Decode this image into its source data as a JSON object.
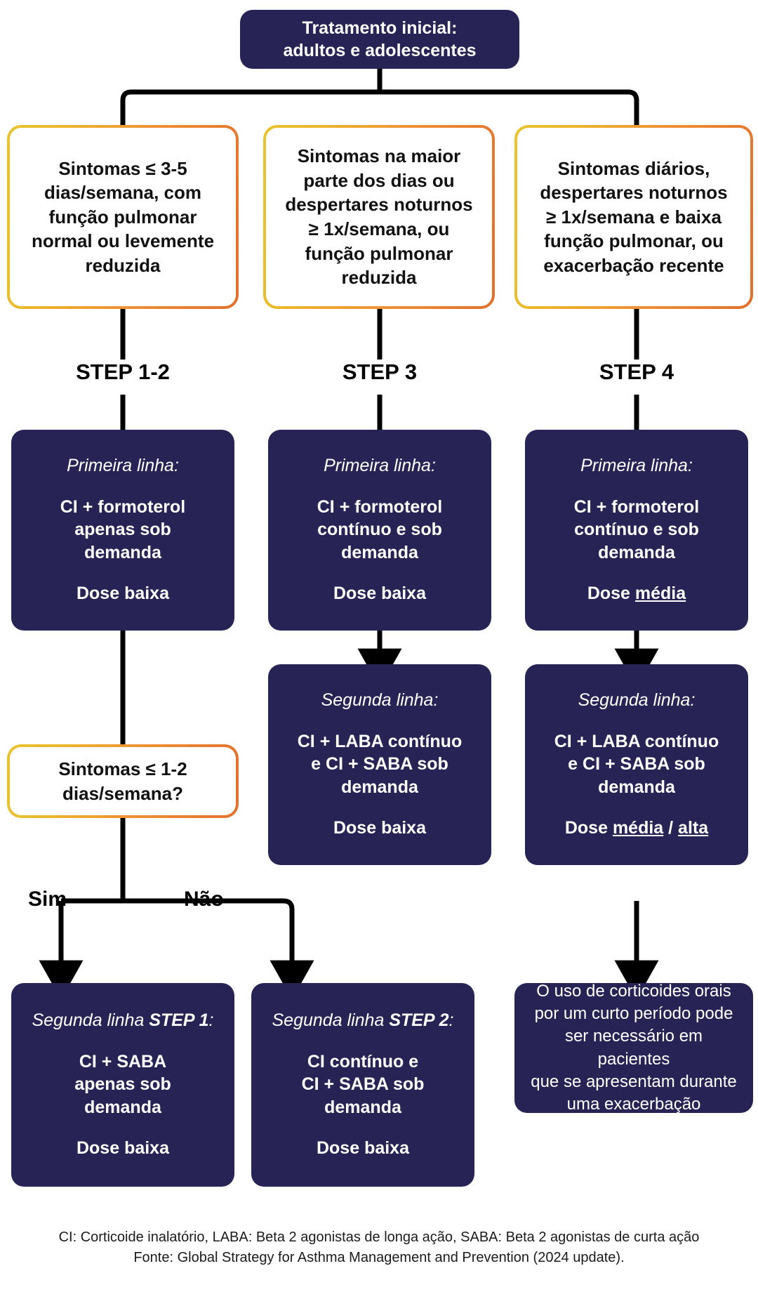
{
  "diagram": {
    "title": "Tratamento inicial: adultos e adolescentes",
    "colors": {
      "navy": "#272355",
      "gradient_start": "#e8c52e",
      "gradient_end": "#e2702c",
      "connector": "#000000",
      "text_light": "#ffffff",
      "text_dark": "#111111"
    },
    "root": {
      "line1": "Tratamento inicial:",
      "line2": "adultos e adolescentes"
    },
    "criteria": [
      {
        "id": "criteria-1",
        "lines": [
          "Sintomas ≤ 3-5",
          "dias/semana, com",
          "função pulmonar",
          "normal ou levemente",
          "reduzida"
        ]
      },
      {
        "id": "criteria-2",
        "lines": [
          "Sintomas na maior",
          "parte dos dias ou",
          "despertares noturnos",
          "≥ 1x/semana, ou",
          "função pulmonar",
          "reduzida"
        ]
      },
      {
        "id": "criteria-3",
        "lines": [
          "Sintomas diários,",
          "despertares noturnos",
          "≥ 1x/semana e baixa",
          "função pulmonar, ou",
          "exacerbação recente"
        ]
      }
    ],
    "steps": [
      {
        "id": "step-1-2",
        "label": "STEP 1-2"
      },
      {
        "id": "step-3",
        "label": "STEP 3"
      },
      {
        "id": "step-4",
        "label": "STEP 4"
      }
    ],
    "first_line": [
      {
        "id": "first-line-step12",
        "heading": "Primeira linha:",
        "lines": [
          "CI + formoterol",
          "apenas sob",
          "demanda"
        ],
        "dose_label": "Dose baixa",
        "dose_emphasis": ""
      },
      {
        "id": "first-line-step3",
        "heading": "Primeira linha:",
        "lines": [
          "CI  + formoterol",
          "contínuo e sob",
          "demanda"
        ],
        "dose_label": "Dose baixa",
        "dose_emphasis": ""
      },
      {
        "id": "first-line-step4",
        "heading": "Primeira linha:",
        "lines": [
          "CI + formoterol",
          "contínuo e sob",
          "demanda"
        ],
        "dose_prefix": "Dose ",
        "dose_emphasis": "média"
      }
    ],
    "second_line": [
      {
        "id": "second-line-step3",
        "heading": "Segunda linha:",
        "lines": [
          "CI + LABA contínuo",
          "e CI + SABA sob",
          "demanda"
        ],
        "dose_label": "Dose baixa"
      },
      {
        "id": "second-line-step4",
        "heading": "Segunda linha:",
        "lines": [
          "CI + LABA contínuo",
          "e CI + SABA sob",
          "demanda"
        ],
        "dose_prefix": "Dose ",
        "dose_emphasis_1": "média",
        "dose_separator": " / ",
        "dose_emphasis_2": "alta"
      }
    ],
    "decision": {
      "id": "decision-symptoms",
      "lines": [
        "Sintomas ≤ 1-2",
        "dias/semana?"
      ],
      "yes_label": "Sim",
      "no_label": "Não"
    },
    "outcomes": [
      {
        "id": "outcome-step1",
        "heading_italic": "Segunda linha ",
        "heading_bold": "STEP 1",
        "heading_suffix": ":",
        "lines": [
          "CI + SABA",
          "apenas sob",
          "demanda"
        ],
        "dose_label": "Dose baixa"
      },
      {
        "id": "outcome-step2",
        "heading_italic": "Segunda linha ",
        "heading_bold": "STEP 2",
        "heading_suffix": ":",
        "lines": [
          "CI contínuo e",
          "CI + SABA sob",
          "demanda"
        ],
        "dose_label": "Dose baixa"
      }
    ],
    "note": {
      "id": "oral-corticosteroid-note",
      "lines": [
        "O uso de corticoides orais",
        "por um curto período pode",
        "ser necessário em pacientes",
        "que se apresentam durante",
        "uma exacerbação"
      ]
    },
    "footer": {
      "line1": "CI: Corticoide inalatório, LABA: Beta 2 agonistas de longa ação, SABA: Beta 2 agonistas de curta ação",
      "line2": "Fonte: Global Strategy for Asthma Management and Prevention (2024 update)."
    }
  }
}
